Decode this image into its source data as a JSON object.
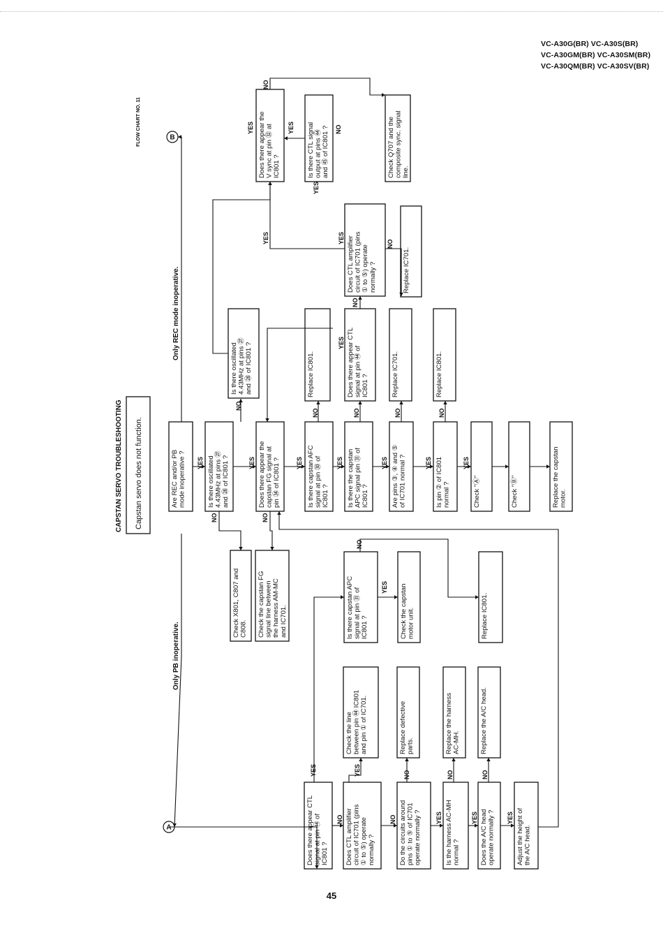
{
  "header": {
    "model_lines": [
      "VC-A30G(BR) VC-A30S(BR)",
      "VC-A30GM(BR) VC-A30SM(BR)",
      "VC-A30QM(BR) VC-A30SV(BR)"
    ]
  },
  "flowchart": {
    "chart_label": "FLOW CHART NO. 11",
    "title": "CAPSTAN SERVO TROUBLESHOOTING",
    "start": "Capstan servo does not function.",
    "section_pb": "Only PB inoperative.",
    "section_rec": "Only REC mode inoperative.",
    "connector_a": "A",
    "connector_b": "B",
    "yes": "YES",
    "no": "NO",
    "nodes": {
      "q_rec_pb": [
        "Are REC and/or PB",
        "mode inoperative ?"
      ],
      "q_osc1": [
        "Is there oscillated",
        "4.43MHz at pins ㉗",
        "and ㉘ of IC801 ?"
      ],
      "chk_x801": [
        "Check  X801, C807 and",
        "C808."
      ],
      "q_fg": [
        "Does there appear the",
        "capstan FG signal at",
        "pin ㉞ of IC801 ?"
      ],
      "chk_fg_line": [
        "Check  the capstan FG",
        "signal line between",
        "the harness AM-MC",
        "and IC701."
      ],
      "q_afc": [
        "Is there capstan AFC",
        "signal at pin ㉚ of",
        "IC801 ?"
      ],
      "q_apc": [
        "Is there the capstan",
        "APC signal pin ㉛ of",
        "IC801 ?"
      ],
      "q_pins": [
        "Are pins ③, ④ and ⑤",
        "of IC701 normal ?"
      ],
      "q_pin2": [
        "Is pin ② of IC801",
        "normal ?"
      ],
      "chk_a": [
        "Check  \"Ⓐ\""
      ],
      "chk_b": [
        "Check  \"Ⓑ\""
      ],
      "rep_motor": [
        "Replace the capstan",
        "motor."
      ],
      "rep_ic801_afc": [
        "Replace IC801."
      ],
      "q_ctl_pin44_b": [
        "Does there appear CTL",
        "signal at pin ㊹ of",
        "IC801 ?"
      ],
      "rep_ic701_pins": [
        "Replace IC701."
      ],
      "rep_ic801_pin2": [
        "Replace IC801."
      ],
      "q_osc2": [
        "Is there oscillated",
        "4.43MHz at pins ㉗",
        "and ㉘ of IC801 ?"
      ],
      "q_ctl_amp_b": [
        "Does CTL amplifier",
        "circuit of IC701 (pins",
        "① to ⑤) operate",
        "normally ?"
      ],
      "rep_ic701_b": [
        "Replace IC701."
      ],
      "q_vsync": [
        "Does there appear the",
        "V sync at pin ㉜ at",
        "IC801 ?"
      ],
      "q_ctl_out": [
        "Is there CTL signal",
        "output at pins ㊹",
        "and ㊺ of IC801 ?"
      ],
      "chk_q707": [
        "Check Q707 and the",
        "composite sync. signal",
        "line."
      ],
      "q_ctl_pin44_a": [
        "Does there appear CTL",
        "signal at pin ㊹ of",
        "IC801 ?"
      ],
      "q_ctl_amp_a": [
        "Does CTL amplifier",
        "circuit of IC701 (pins",
        "① to ⑤) operate",
        "normally ?"
      ],
      "chk_line": [
        "Check the line",
        "between pin ㊹ IC801",
        "and pin ① of IC701."
      ],
      "q_circuits": [
        "Do the circuits around",
        "pins ① to ⑤ of IC701",
        "operate normally ?"
      ],
      "rep_defective": [
        "Replace defective",
        "parts."
      ],
      "q_harness": [
        "Is the harness AC-MH",
        "normal ?"
      ],
      "rep_harness": [
        "Replace the harness",
        "AC-MH."
      ],
      "q_ac_head": [
        "Does the A/C head",
        "operate normally ?"
      ],
      "rep_ac_head": [
        "Replace the A/C head."
      ],
      "adjust": [
        "Adjust the height of",
        "the A/C head."
      ],
      "q_apc_a": [
        "Is there capstan APC",
        "signal at pin ㉛ of",
        "IC801 ?"
      ],
      "chk_motor_unit": [
        "Check  the capstan",
        "motor unit."
      ],
      "rep_ic801_a": [
        "Replace IC801."
      ]
    }
  },
  "page_number": "45"
}
